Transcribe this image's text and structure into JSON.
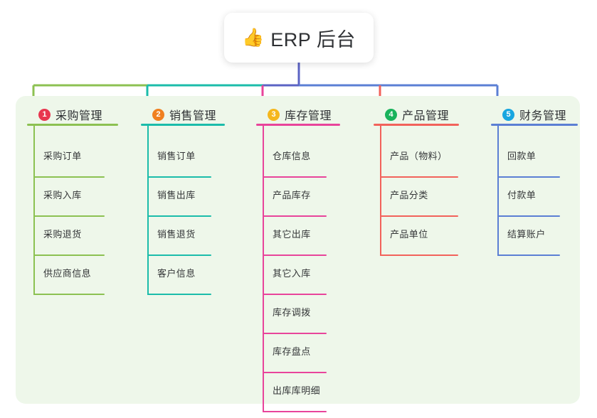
{
  "root": {
    "emoji": "👍",
    "emoji_name": "thumbs-up-icon",
    "title": "ERP 后台"
  },
  "theme": {
    "page_bg": "#ffffff",
    "panel_bg": "#eef7ea",
    "card_bg": "#ffffff",
    "text": "#2f3134",
    "leaf_text": "#343638",
    "trunk": "#5b63c4"
  },
  "branches": [
    {
      "number": "1",
      "title": "采购管理",
      "badge_color": "#e8364f",
      "line_color": "#8cc152",
      "items": [
        "采购订单",
        "采购入库",
        "采购退货",
        "供应商信息"
      ]
    },
    {
      "number": "2",
      "title": "销售管理",
      "badge_color": "#f08020",
      "line_color": "#1bbcaa",
      "items": [
        "销售订单",
        "销售出库",
        "销售退货",
        "客户信息"
      ]
    },
    {
      "number": "3",
      "title": "库存管理",
      "badge_color": "#f5b71d",
      "line_color": "#e8449b",
      "items": [
        "仓库信息",
        "产品库存",
        "其它出库",
        "其它入库",
        "库存调拨",
        "库存盘点",
        "出库库明细"
      ]
    },
    {
      "number": "4",
      "title": "产品管理",
      "badge_color": "#19b35c",
      "line_color": "#f2625b",
      "items": [
        "产品（物料）",
        "产品分类",
        "产品单位"
      ]
    },
    {
      "number": "5",
      "title": "财务管理",
      "badge_color": "#18a6e0",
      "line_color": "#5b7fd4",
      "items": [
        "回款单",
        "付款单",
        "结算账户"
      ]
    }
  ]
}
